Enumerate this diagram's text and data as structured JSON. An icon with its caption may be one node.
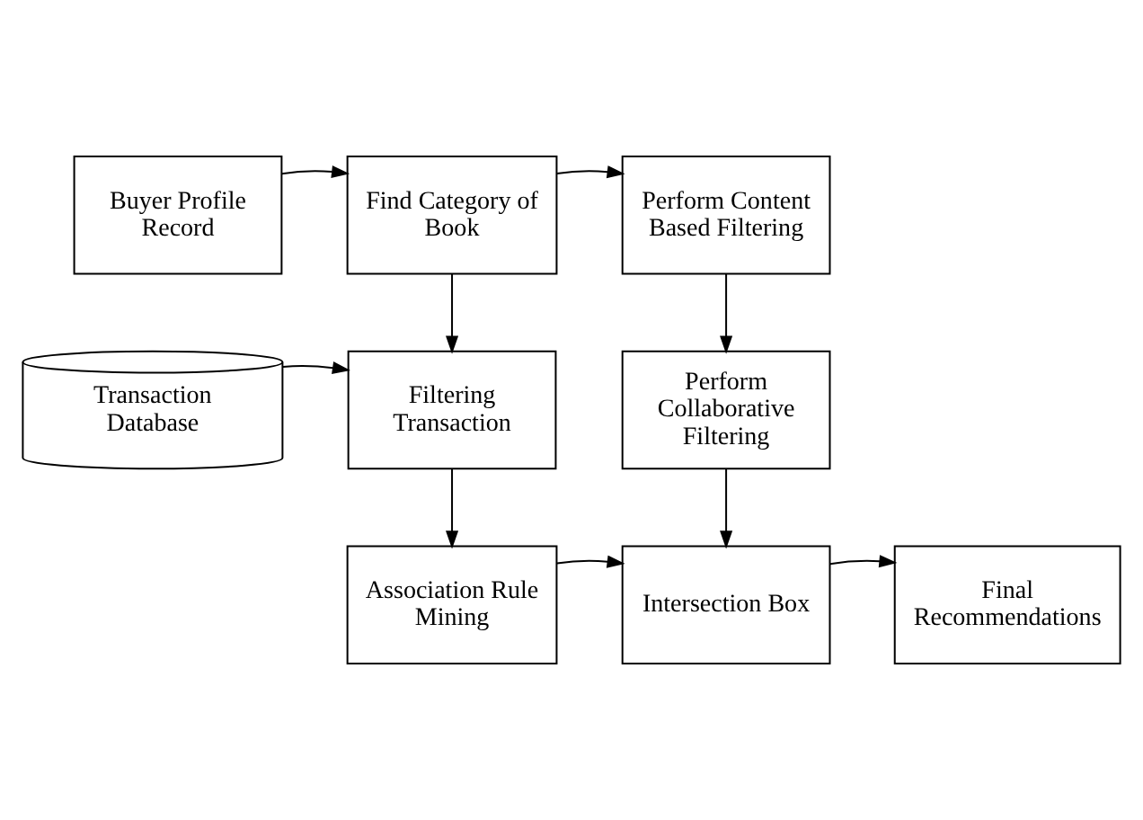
{
  "diagram": {
    "nodes": [
      {
        "text": [
          "Buyer Profile Record"
        ]
      },
      {
        "text": [
          "Find Category of Book"
        ]
      },
      {
        "text": [
          "Perform Content Based Filtering"
        ]
      },
      {
        "text": [
          "Transaction Database"
        ]
      },
      {
        "text": [
          "Filtering Transaction"
        ]
      },
      {
        "text": [
          "Perform Collaborative Filtering"
        ]
      },
      {
        "text": [
          "Association Rule Mining"
        ]
      },
      {
        "text": [
          "Intersection Box"
        ]
      },
      {
        "text": [
          "Final Recommendations"
        ]
      }
    ],
    "edges": [
      {
        "from": 0,
        "to": 1,
        "arrow": "to"
      },
      {
        "from": 1,
        "to": 2,
        "arrow": "to"
      },
      {
        "from": 1,
        "to": 4,
        "arrow": "to"
      },
      {
        "from": 2,
        "to": 5,
        "arrow": "to"
      },
      {
        "from": 3,
        "to": 4,
        "arrow": "to"
      },
      {
        "from": 4,
        "to": 6,
        "arrow": "to"
      },
      {
        "from": 5,
        "to": 7,
        "arrow": "to"
      },
      {
        "from": 6,
        "to": 7,
        "arrow": "to"
      },
      {
        "from": 7,
        "to": 8,
        "arrow": "to"
      }
    ]
  }
}
